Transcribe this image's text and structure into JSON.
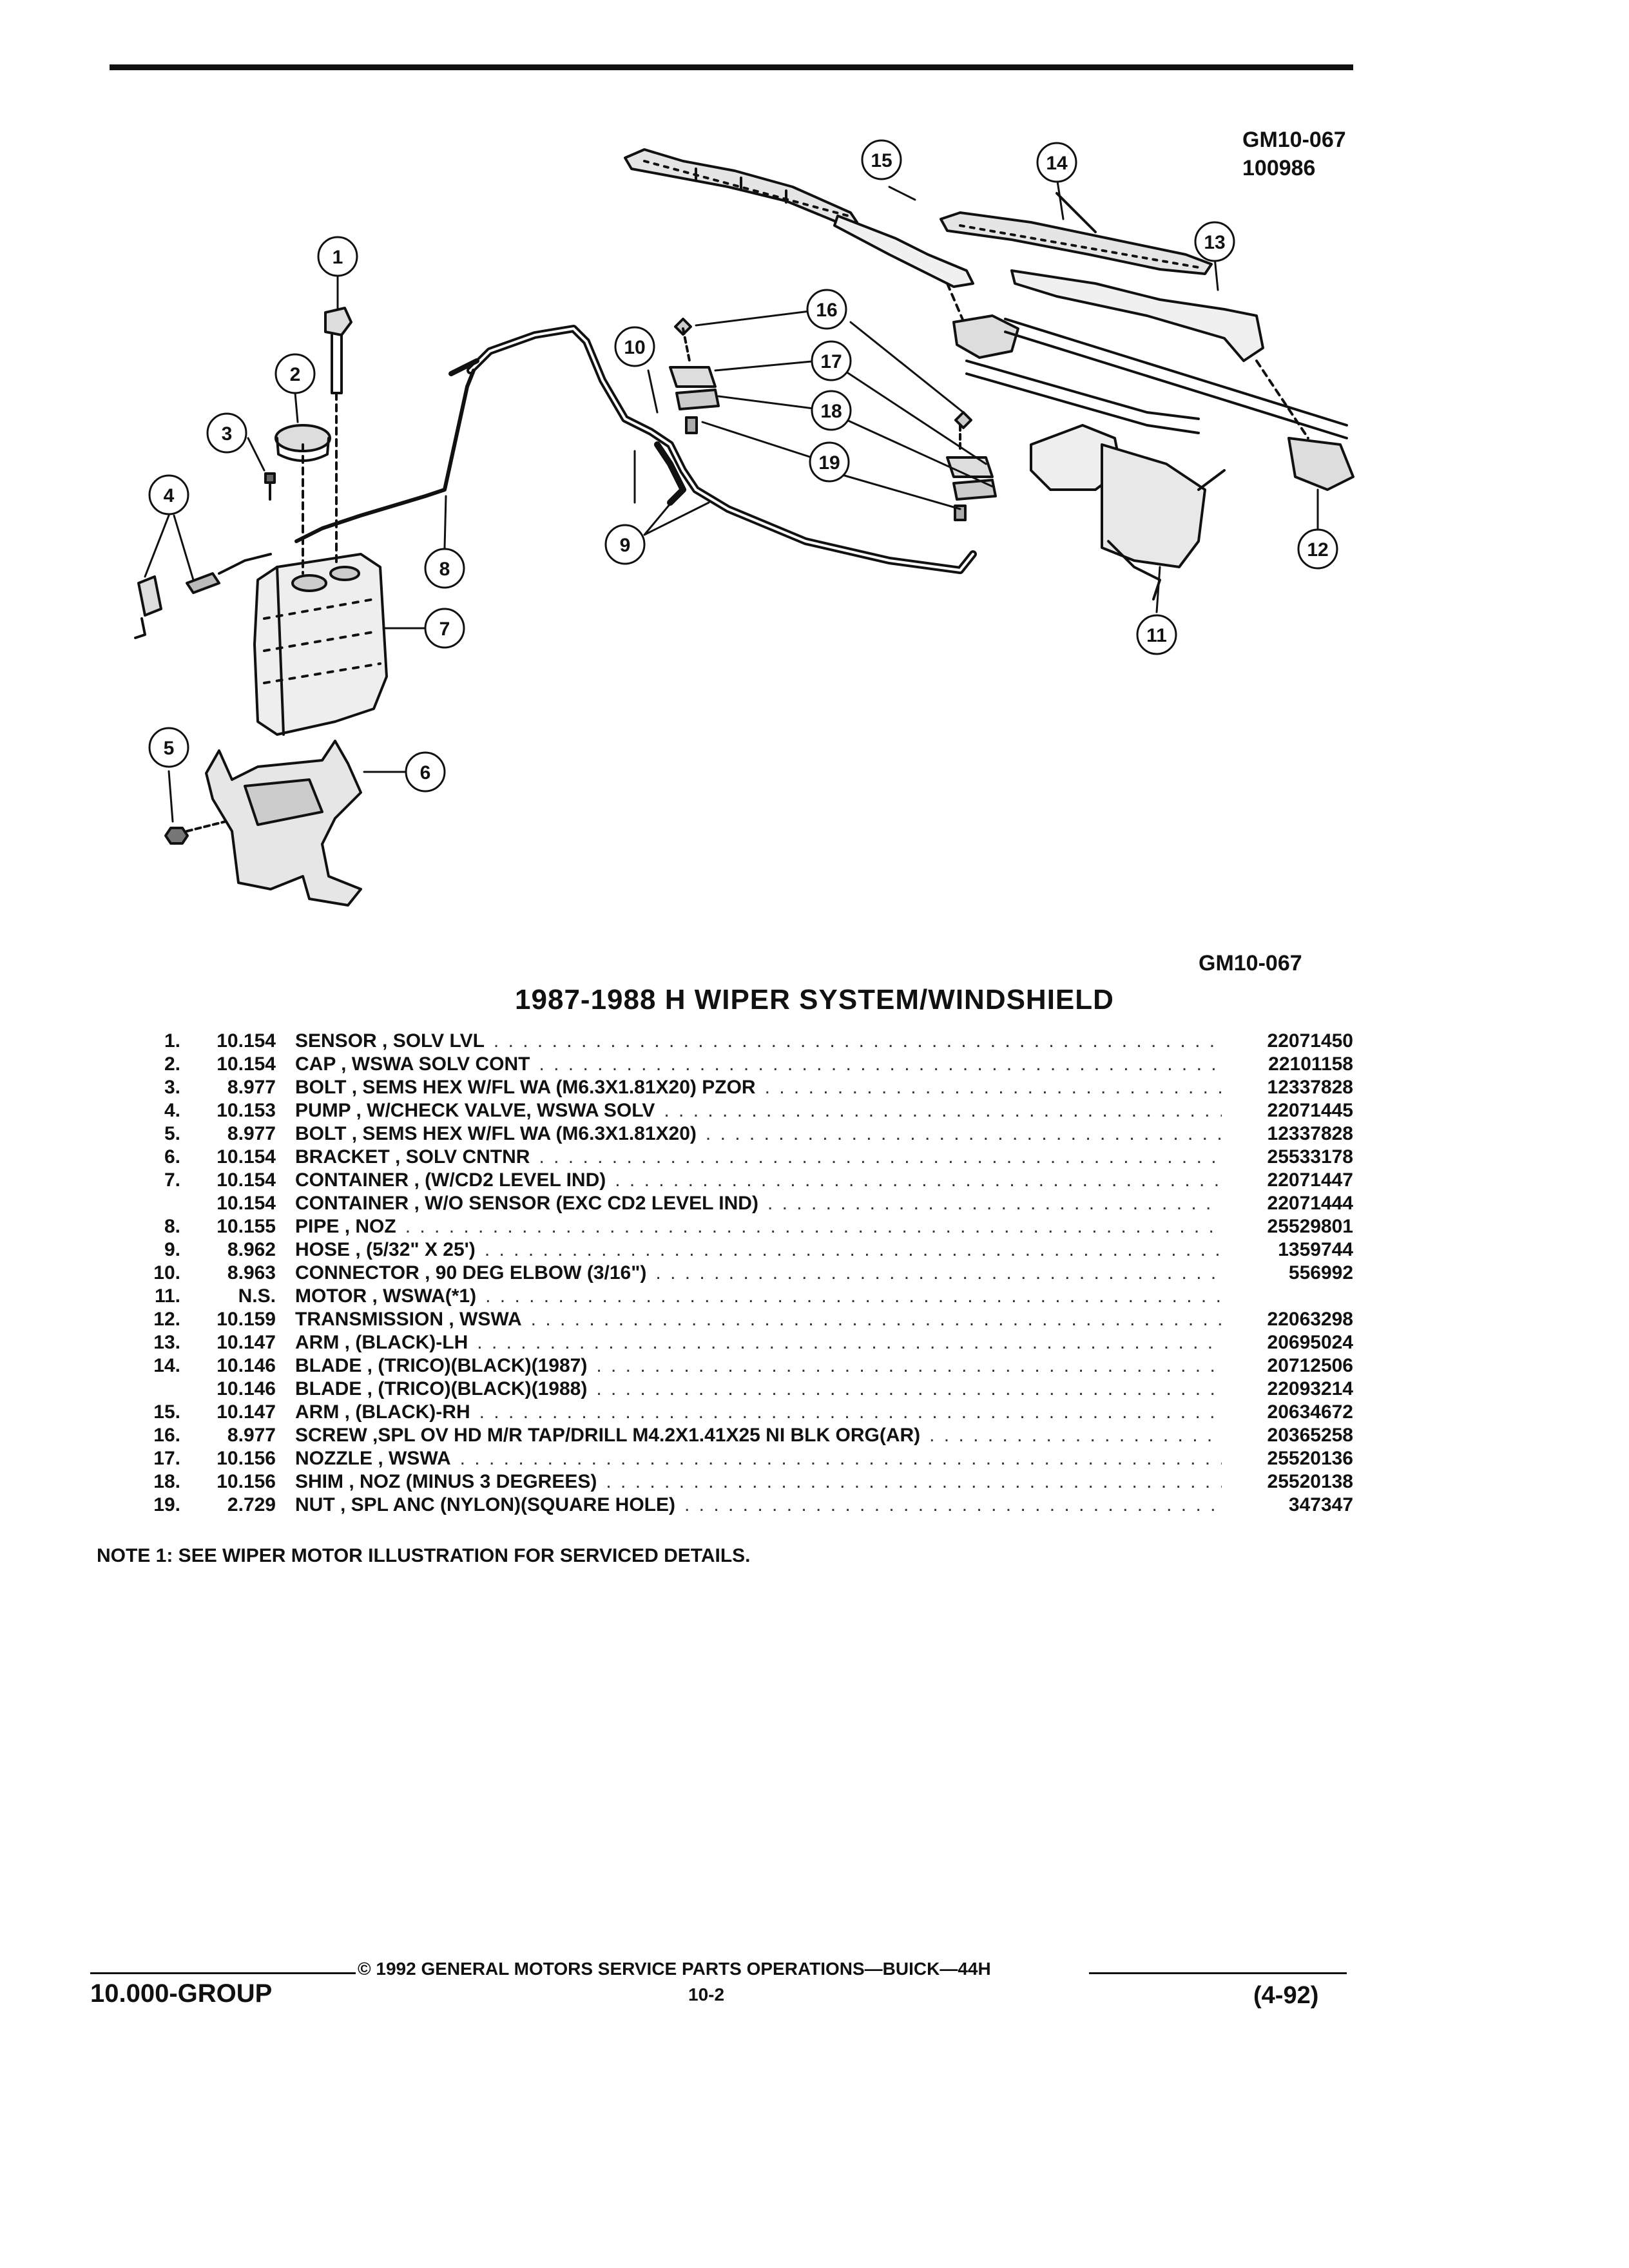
{
  "header": {
    "figure_id": "GM10-067",
    "doc_number": "100986"
  },
  "diagram": {
    "callouts": [
      "1",
      "2",
      "3",
      "4",
      "5",
      "6",
      "7",
      "8",
      "9",
      "10",
      "11",
      "12",
      "13",
      "14",
      "15",
      "16",
      "17",
      "18",
      "19"
    ],
    "icons": [
      "wiper-blade-icon",
      "wiper-arm-icon",
      "wiper-transmission-icon",
      "wiper-motor-icon",
      "washer-container-icon",
      "container-bracket-icon",
      "washer-pump-icon",
      "solvent-cap-icon",
      "level-sensor-icon",
      "washer-hose-icon",
      "nozzle-pipe-icon"
    ]
  },
  "figure_label": "GM10-067",
  "table_title": "1987-1988 H WIPER SYSTEM/WINDSHIELD",
  "parts": [
    {
      "num": "1.",
      "group": "10.154",
      "desc": "SENSOR , SOLV LVL",
      "part": "22071450"
    },
    {
      "num": "2.",
      "group": "10.154",
      "desc": "CAP , WSWA SOLV CONT",
      "part": "22101158"
    },
    {
      "num": "3.",
      "group": "8.977",
      "desc": "BOLT , SEMS HEX W/FL WA (M6.3X1.81X20) PZOR",
      "part": "12337828"
    },
    {
      "num": "4.",
      "group": "10.153",
      "desc": "PUMP , W/CHECK VALVE, WSWA SOLV",
      "part": "22071445"
    },
    {
      "num": "5.",
      "group": "8.977",
      "desc": "BOLT , SEMS HEX W/FL WA (M6.3X1.81X20)",
      "part": "12337828"
    },
    {
      "num": "6.",
      "group": "10.154",
      "desc": "BRACKET , SOLV CNTNR",
      "part": "25533178"
    },
    {
      "num": "7.",
      "group": "10.154",
      "desc": "CONTAINER , (W/CD2 LEVEL IND)",
      "part": "22071447"
    },
    {
      "num": "",
      "group": "10.154",
      "desc": "CONTAINER , W/O SENSOR (EXC CD2 LEVEL IND)",
      "part": "22071444"
    },
    {
      "num": "8.",
      "group": "10.155",
      "desc": "PIPE , NOZ",
      "part": "25529801"
    },
    {
      "num": "9.",
      "group": "8.962",
      "desc": "HOSE , (5/32\" X 25')",
      "part": "1359744"
    },
    {
      "num": "10.",
      "group": "8.963",
      "desc": "CONNECTOR , 90 DEG ELBOW (3/16\")",
      "part": "556992"
    },
    {
      "num": "11.",
      "group": "N.S.",
      "desc": "MOTOR , WSWA(*1)",
      "part": ""
    },
    {
      "num": "12.",
      "group": "10.159",
      "desc": "TRANSMISSION , WSWA",
      "part": "22063298"
    },
    {
      "num": "13.",
      "group": "10.147",
      "desc": "ARM , (BLACK)-LH",
      "part": "20695024"
    },
    {
      "num": "14.",
      "group": "10.146",
      "desc": "BLADE , (TRICO)(BLACK)(1987)",
      "part": "20712506"
    },
    {
      "num": "",
      "group": "10.146",
      "desc": "BLADE , (TRICO)(BLACK)(1988)",
      "part": "22093214"
    },
    {
      "num": "15.",
      "group": "10.147",
      "desc": "ARM , (BLACK)-RH",
      "part": "20634672"
    },
    {
      "num": "16.",
      "group": "8.977",
      "desc": "SCREW ,SPL OV HD M/R TAP/DRILL M4.2X1.41X25 NI BLK ORG(AR)",
      "part": "20365258"
    },
    {
      "num": "17.",
      "group": "10.156",
      "desc": "NOZZLE , WSWA",
      "part": "25520136"
    },
    {
      "num": "18.",
      "group": "10.156",
      "desc": "SHIM , NOZ (MINUS 3 DEGREES)",
      "part": "25520138"
    },
    {
      "num": "19.",
      "group": "2.729",
      "desc": "NUT , SPL ANC (NYLON)(SQUARE HOLE)",
      "part": "347347"
    }
  ],
  "note": "NOTE  1:  SEE WIPER MOTOR ILLUSTRATION FOR SERVICED DETAILS.",
  "footer": {
    "copyright": "© 1992  GENERAL MOTORS SERVICE PARTS OPERATIONS—BUICK—44H",
    "group": "10.000-GROUP",
    "page": "10-2",
    "date": "(4-92)"
  }
}
